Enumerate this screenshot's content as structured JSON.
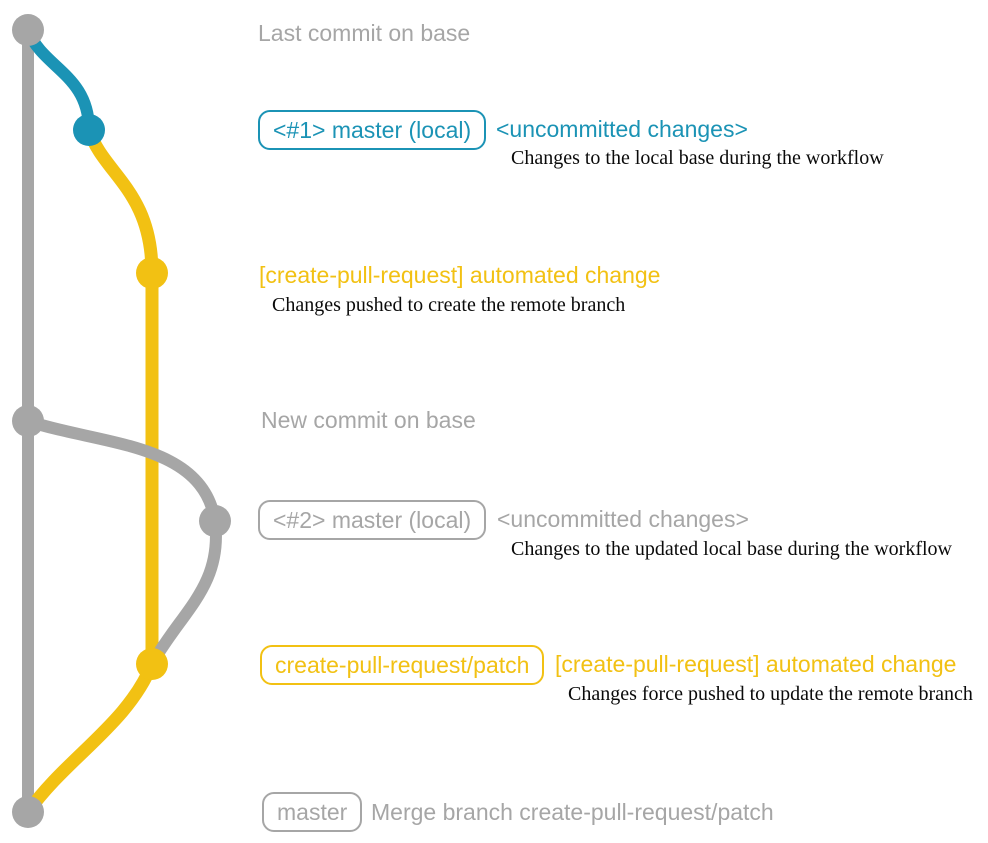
{
  "colors": {
    "gray": "#a6a6a6",
    "teal": "#1b93b5",
    "yellow": "#f2c113",
    "desc_text": "#0a0a0a",
    "background": "#ffffff"
  },
  "graph": {
    "branches": [
      "base (master)",
      "create-pull-request/patch"
    ],
    "commits": [
      {
        "id": "last-commit-on-base",
        "color": "gray"
      },
      {
        "id": "uncommitted-changes-1",
        "color": "teal"
      },
      {
        "id": "automated-change-1",
        "color": "yellow"
      },
      {
        "id": "new-commit-on-base",
        "color": "gray"
      },
      {
        "id": "uncommitted-changes-2",
        "color": "gray"
      },
      {
        "id": "automated-change-2",
        "color": "yellow"
      },
      {
        "id": "merge-commit",
        "color": "gray"
      }
    ]
  },
  "annotations": {
    "last_commit": {
      "label": "Last commit on base"
    },
    "uncommitted1": {
      "badge": "<#1> master (local)",
      "title": "<uncommitted changes>",
      "description": "Changes to the local base during the workflow"
    },
    "automated1": {
      "title": "[create-pull-request] automated change",
      "description": "Changes pushed to create the remote branch"
    },
    "new_commit": {
      "label": "New commit on base"
    },
    "uncommitted2": {
      "badge": "<#2> master (local)",
      "title": "<uncommitted changes>",
      "description": "Changes to the updated local base during the workflow"
    },
    "automated2": {
      "badge": "create-pull-request/patch",
      "title": "[create-pull-request] automated change",
      "description": "Changes force pushed to update the remote branch"
    },
    "merge": {
      "badge": "master",
      "label": "Merge branch create-pull-request/patch"
    }
  }
}
